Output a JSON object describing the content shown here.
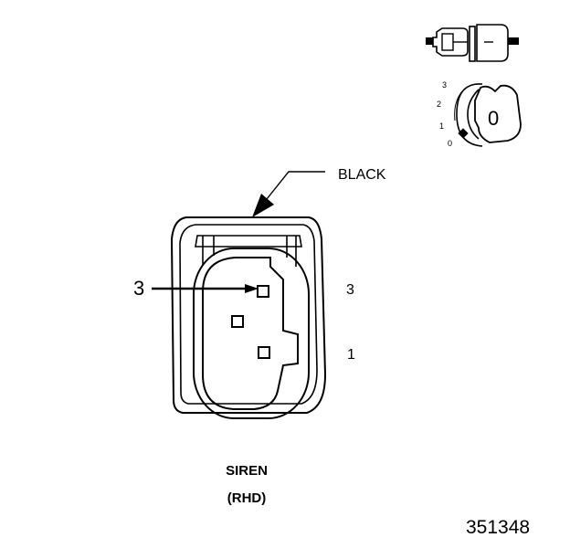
{
  "connector": {
    "color_label": "BLACK",
    "callout_pin": "3",
    "pin_labels": [
      "3",
      "1"
    ],
    "name": "SIREN",
    "variant": "(RHD)"
  },
  "view_icons": {
    "key_positions": [
      "3",
      "2",
      "1",
      "0"
    ],
    "key_face": "0"
  },
  "figure_number": "351348"
}
